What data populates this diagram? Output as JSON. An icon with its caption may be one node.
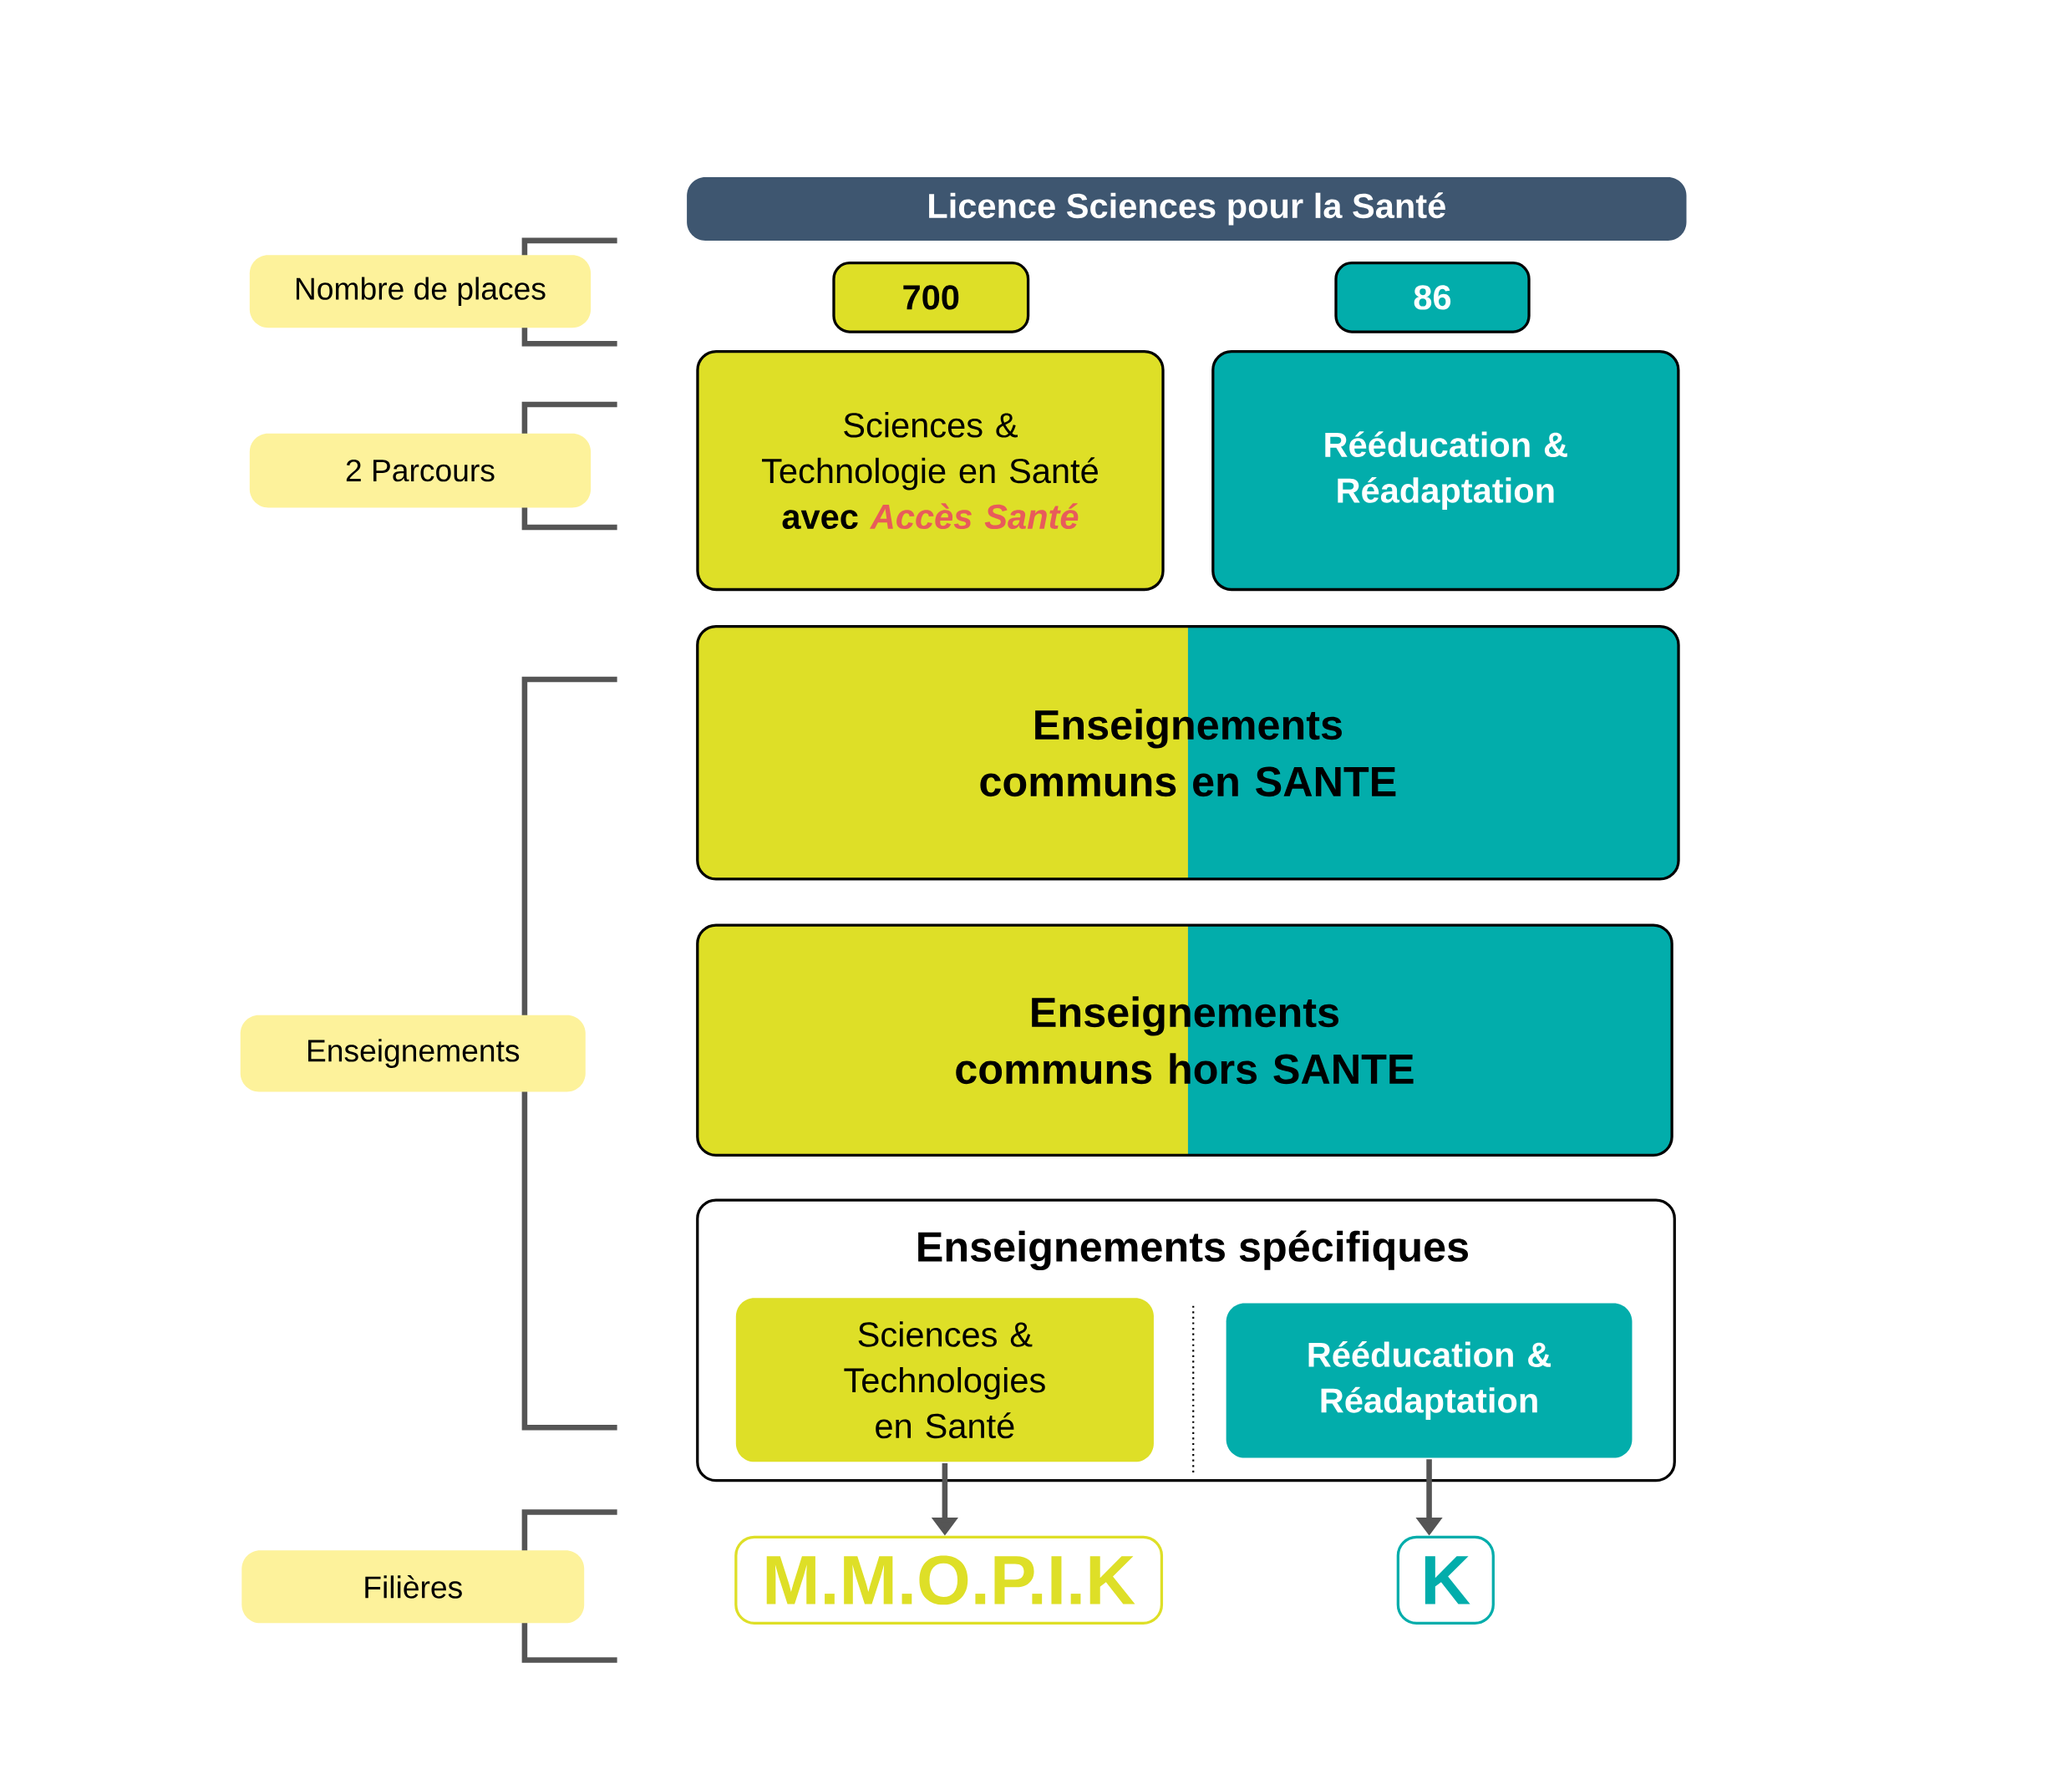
{
  "diagram": {
    "nodes": [
      {
        "text": [
          "Licence Sciences pour la Santé"
        ]
      },
      {
        "text": [
          "Nombre de places"
        ]
      },
      {
        "text": [
          "700"
        ]
      },
      {
        "text": [
          "86"
        ]
      },
      {
        "text": [
          "2 Parcours"
        ]
      },
      {
        "text": [
          "Sciences & Technologie en Santé",
          "avec",
          "Accès Santé"
        ]
      },
      {
        "text": [
          "Rééducation & Réadaptation"
        ]
      },
      {
        "text": [
          "Enseignements"
        ]
      },
      {
        "text": [
          "Enseignements communs en SANTE"
        ]
      },
      {
        "text": [
          "Enseignements communs hors SANTE"
        ]
      },
      {
        "text": [
          "Enseignements spécifiques"
        ]
      },
      {
        "text": [
          "Sciences & Technologies en Santé"
        ],
        "in": 10
      },
      {
        "text": [
          "Rééducation & Réadaptation"
        ],
        "in": 10
      },
      {
        "text": [
          "Filières"
        ]
      },
      {
        "text": [
          "M.M.O.P.I.K"
        ]
      },
      {
        "text": [
          "K"
        ]
      }
    ],
    "edges": [
      {
        "from": 11,
        "to": 14,
        "arrow": "to"
      },
      {
        "from": 12,
        "to": 15,
        "arrow": "to"
      }
    ]
  }
}
